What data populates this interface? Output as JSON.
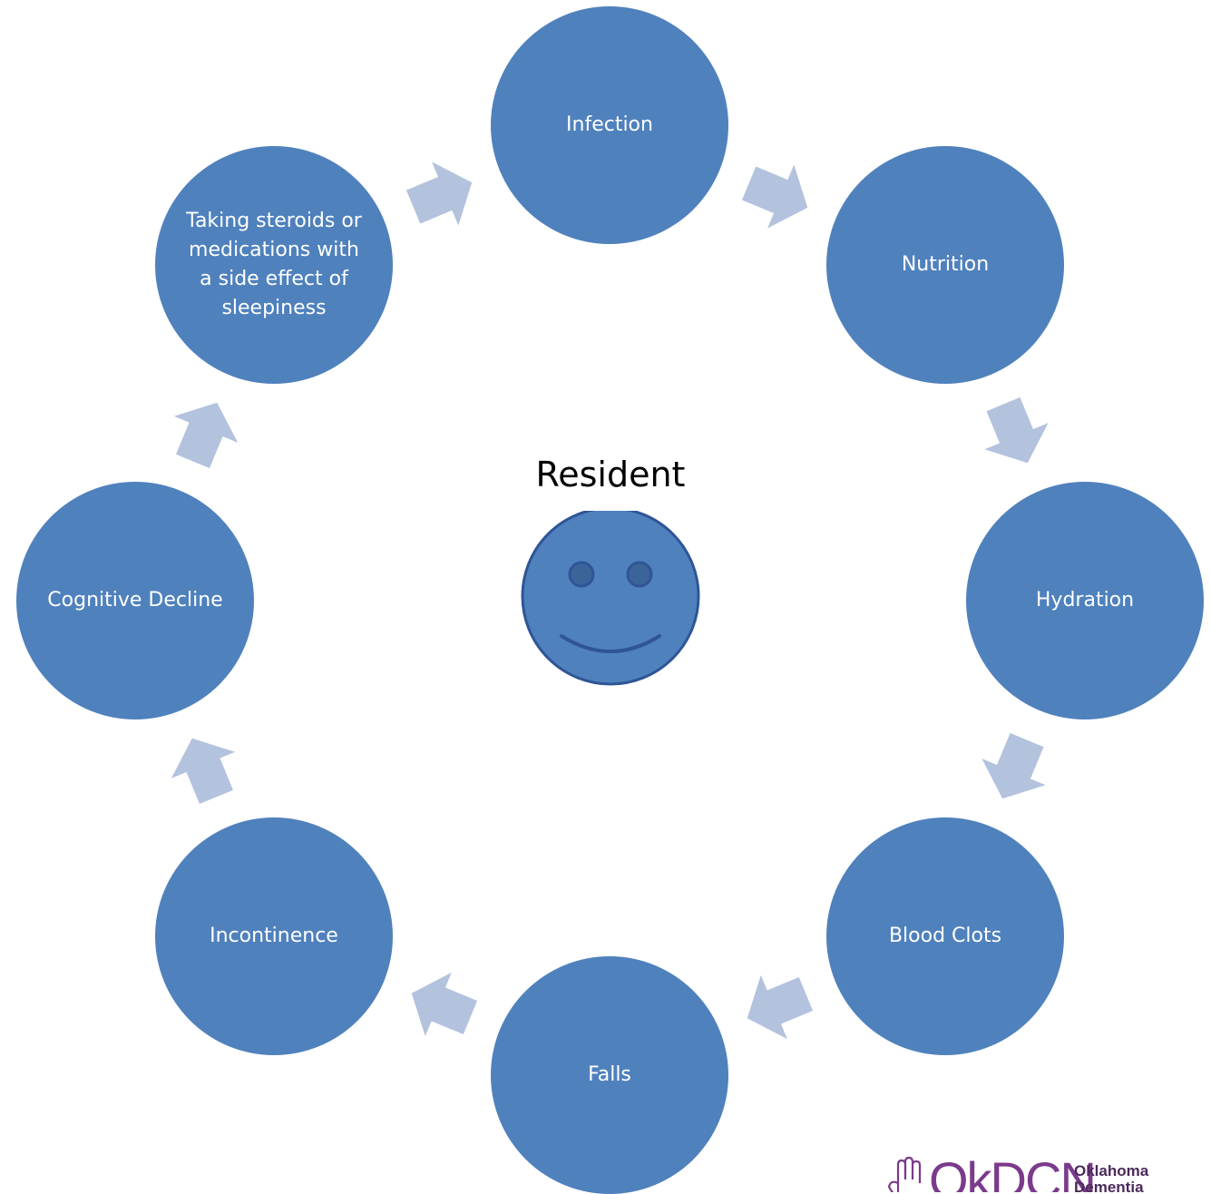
{
  "diagram": {
    "center_label": "Resident",
    "nodes": [
      {
        "id": "infection",
        "label": "Infection"
      },
      {
        "id": "nutrition",
        "label": "Nutrition"
      },
      {
        "id": "hydration",
        "label": "Hydration"
      },
      {
        "id": "blood-clots",
        "label": "Blood Clots"
      },
      {
        "id": "falls",
        "label": "Falls"
      },
      {
        "id": "incontinence",
        "label": "Incontinence"
      },
      {
        "id": "cognitive-decline",
        "label": "Cognitive Decline"
      },
      {
        "id": "steroids",
        "label": "Taking steroids or medications with a side effect of sleepiness"
      }
    ],
    "colors": {
      "node_fill": "#4f81bd",
      "arrow_fill": "#b3c2dd",
      "face_fill": "#4f81bd",
      "face_stroke": "#2f5597",
      "logo_purple": "#7b3a8c"
    }
  },
  "logo": {
    "mark_icon": "hand-icon",
    "letters": "OkDCN",
    "line1": "Oklahoma",
    "line2": "Dementia"
  }
}
